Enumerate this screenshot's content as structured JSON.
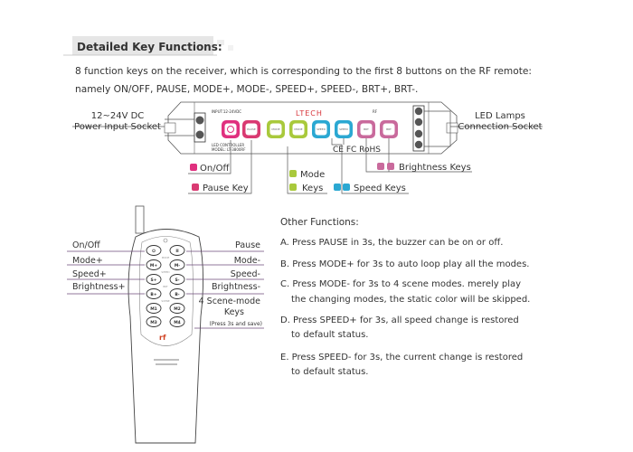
{
  "header": {
    "title": "Detailed Key Functions:",
    "intro_line1": "8 function keys on the receiver, which is corresponding to the first 8 buttons on the RF remote:",
    "intro_line2": "namely ON/OFF, PAUSE, MODE+, MODE-, SPEED+, SPEED-, BRT+, BRT-."
  },
  "receiver": {
    "brand": "LTECH",
    "input_spec": "INPUT:12-24VDC",
    "model_line1": "LED CONTROLLER",
    "model_line2": "MODEL: LT-3800RF",
    "rf_mark": "RF",
    "certifications": "CE FC RoHS",
    "keys": [
      {
        "label": "",
        "icon": "power-icon",
        "color": "#e0307f"
      },
      {
        "label": "PAUSE",
        "color": "#d93a72"
      },
      {
        "label": "MODE",
        "color": "#a9c93c"
      },
      {
        "label": "MODE",
        "color": "#a9c93c"
      },
      {
        "label": "SPEED",
        "color": "#2ba8d2"
      },
      {
        "label": "SPEED",
        "color": "#2ba8d2"
      },
      {
        "label": "BRT",
        "color": "#c96a9c"
      },
      {
        "label": "BRT",
        "color": "#c96a9c"
      }
    ],
    "power_label_1": "12~24V DC",
    "power_label_2": "Power Input Socket",
    "output_label_1": "LED Lamps",
    "output_label_2": "Connection Socket",
    "callouts": {
      "onoff": "On/Off",
      "pause": "Pause Key",
      "mode_1": "Mode",
      "mode_2": "Keys",
      "speed": "Speed Keys",
      "brightness": "Brightness Keys"
    }
  },
  "remote": {
    "buttons": [
      [
        "⏻",
        "II"
      ],
      [
        "M+",
        "M-"
      ],
      [
        "S+",
        "S-"
      ],
      [
        "B+",
        "B-"
      ],
      [
        "M1",
        "M2"
      ],
      [
        "M3",
        "M4"
      ]
    ],
    "group_labels": [
      "MODE",
      "SPEED",
      "BRT",
      "SCENE"
    ],
    "logo": "rf",
    "left_labels": [
      "On/Off",
      "Mode+",
      "Speed+",
      "Brightness+"
    ],
    "right_labels": [
      "Pause",
      "Mode-",
      "Speed-",
      "Brightness-"
    ],
    "scene_label_1": "4 Scene-mode",
    "scene_label_2": "Keys",
    "scene_note": "(Press 3s and save)"
  },
  "other_functions": {
    "title": "Other Functions:",
    "items": [
      [
        "A. Press PAUSE in 3s, the buzzer can be on or off."
      ],
      [
        "B. Press MODE+ for 3s to auto loop play all the modes."
      ],
      [
        "C. Press MODE- for 3s to 4 scene modes. merely play",
        "the changing modes, the static color will be skipped."
      ],
      [
        "D. Press SPEED+ for 3s, all speed change is restored",
        "to default status."
      ],
      [
        "E. Press SPEED- for 3s, the current change is restored",
        "to default status."
      ]
    ]
  }
}
